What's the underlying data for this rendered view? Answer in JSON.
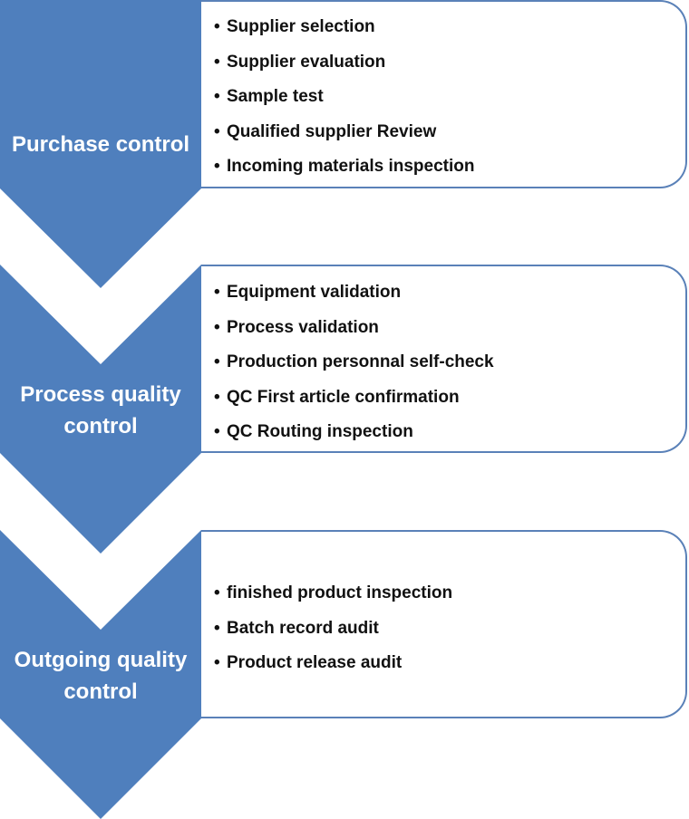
{
  "colors": {
    "chevron": "#4f7fbd",
    "panel_border": "#5a81b8",
    "text": "#111111"
  },
  "stages": [
    {
      "label": "Purchase control",
      "items": [
        "Supplier selection",
        "Supplier evaluation",
        "Sample test",
        "Qualified supplier Review",
        "Incoming materials inspection"
      ]
    },
    {
      "label": "Process quality control",
      "items": [
        "Equipment validation",
        "Process validation",
        "Production personnal self-check",
        "QC First article confirmation",
        "QC Routing inspection"
      ]
    },
    {
      "label": "Outgoing quality control",
      "items": [
        "finished product inspection",
        "Batch record audit",
        "Product release audit"
      ]
    }
  ]
}
